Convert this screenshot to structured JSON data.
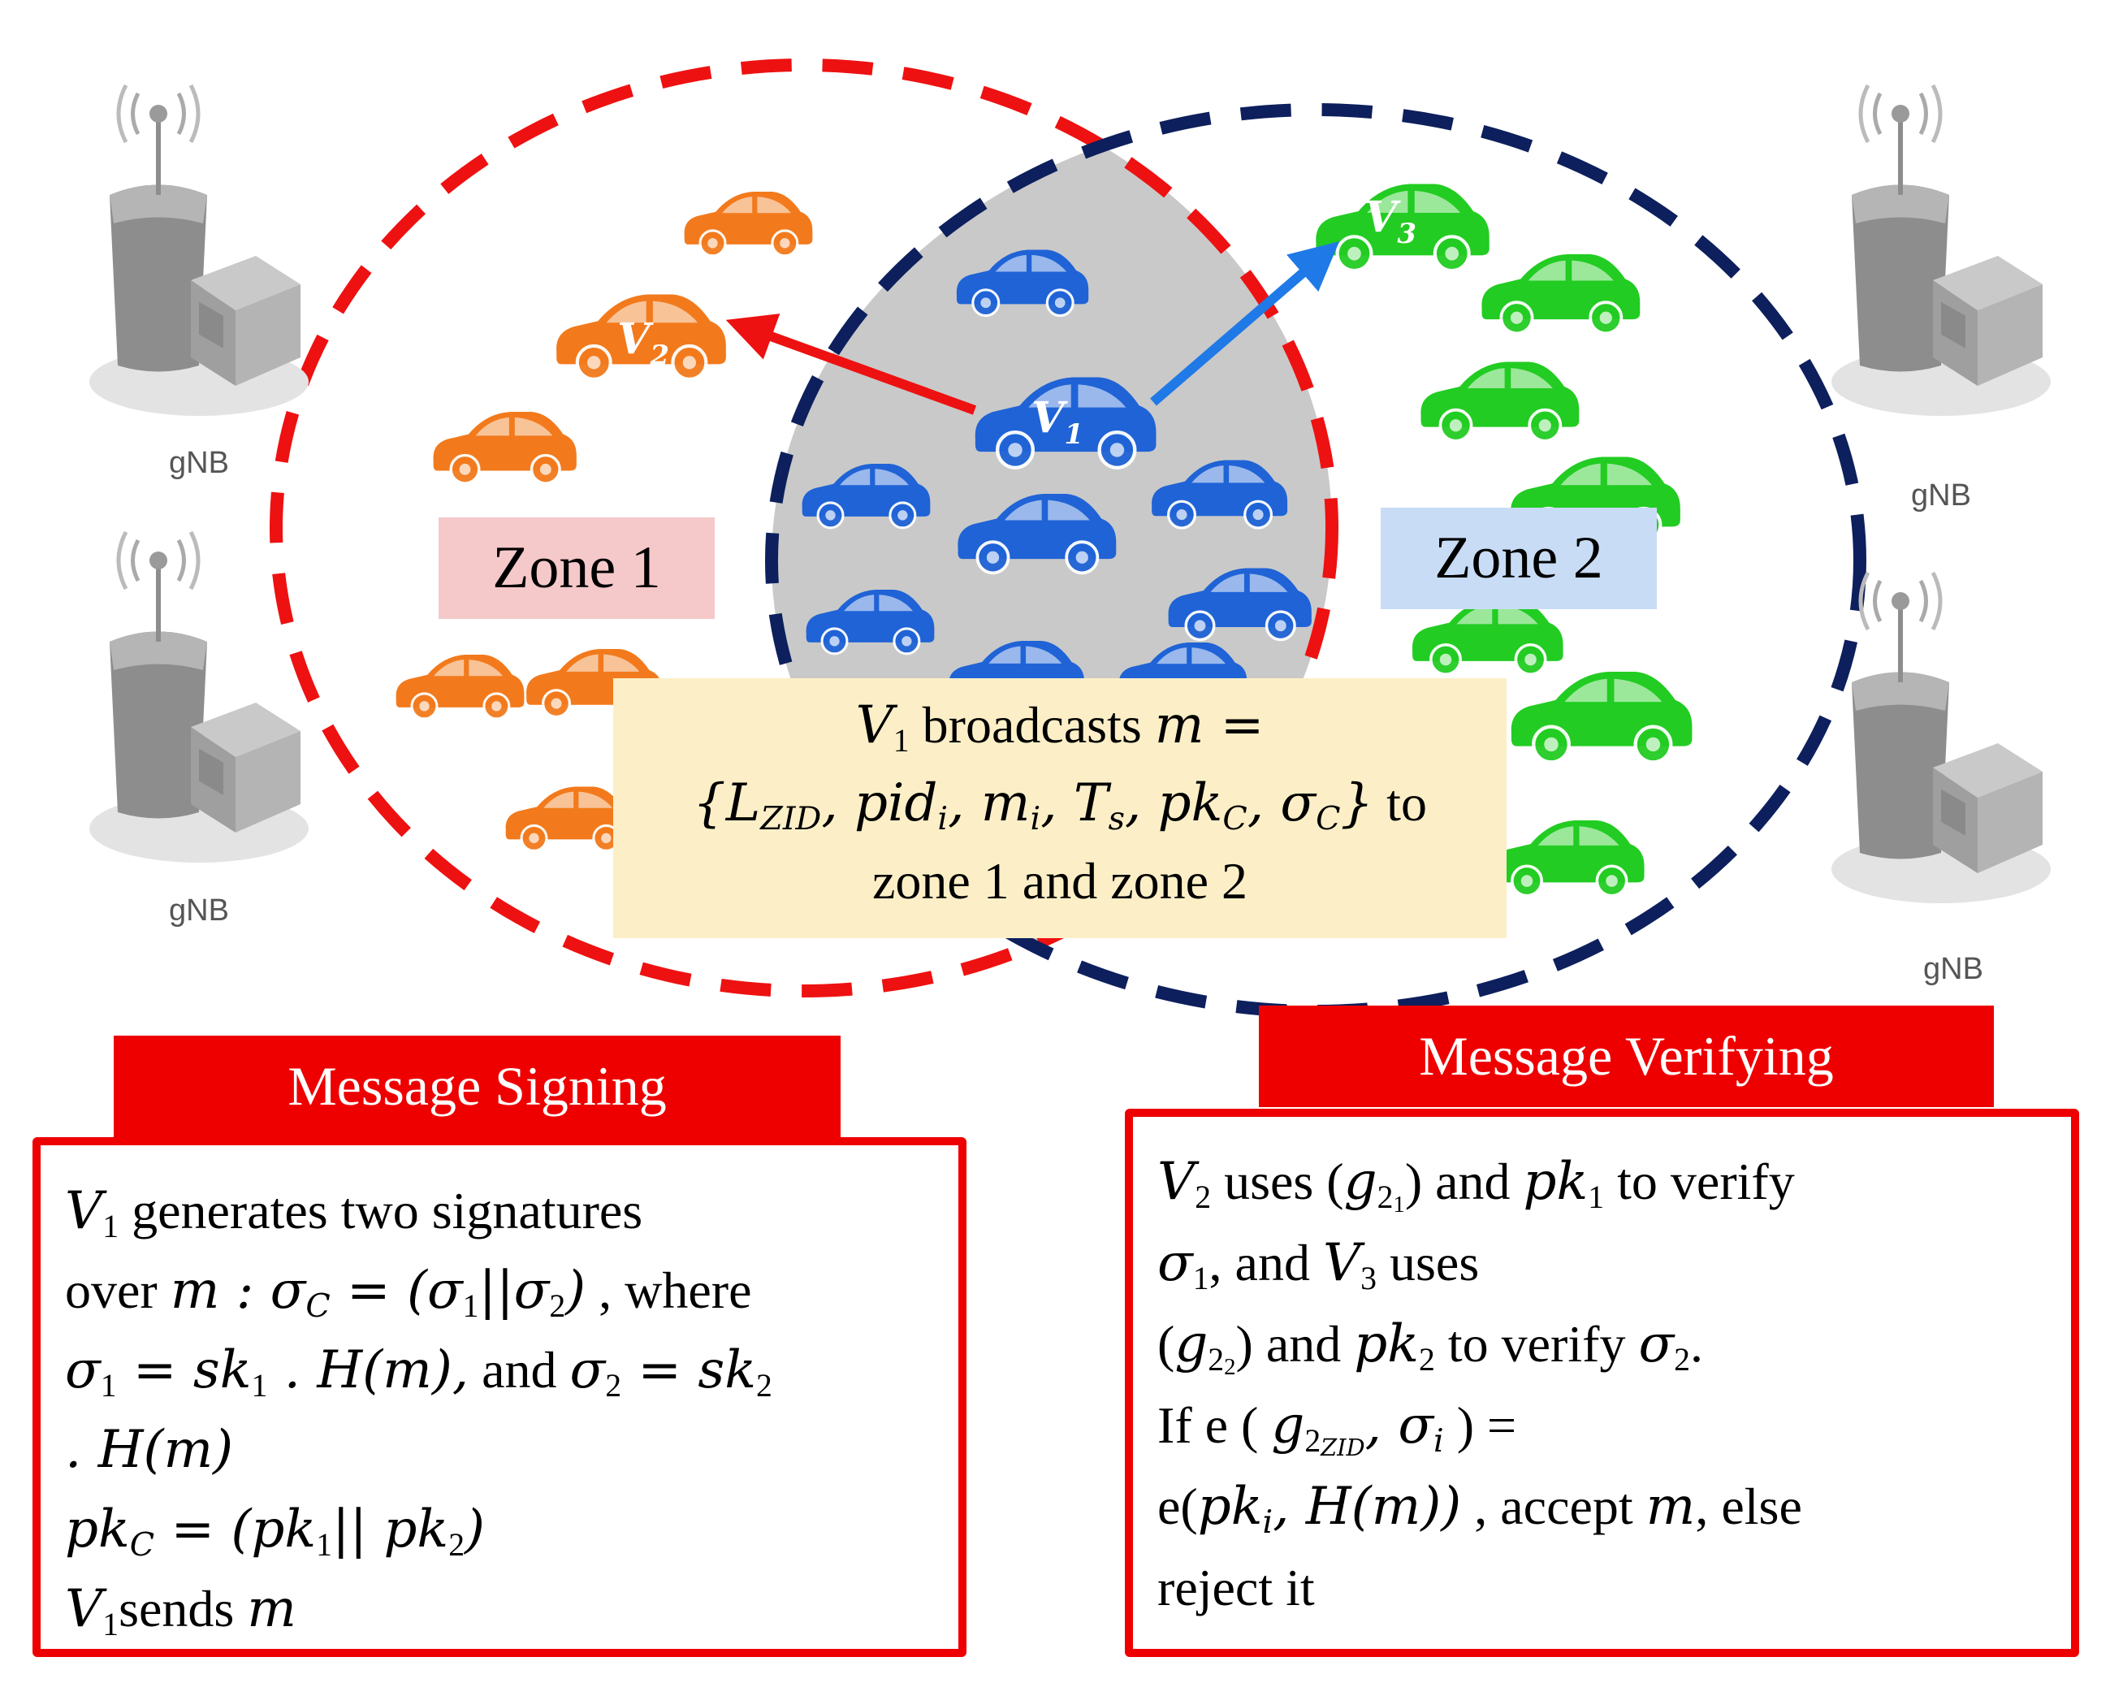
{
  "zones": {
    "zone1_label": "Zone 1",
    "zone2_label": "Zone 2"
  },
  "base_station_label": "gNB",
  "vehicles": {
    "v1": "V",
    "v1_sub": "1",
    "v2": "V",
    "v2_sub": "2",
    "v3": "V",
    "v3_sub": "3"
  },
  "broadcast": {
    "line1_var": "V",
    "line1_sub": "1",
    "line1_text": " broadcasts ",
    "line1_math": "m =",
    "line2": "{L",
    "line2_sub": "ZID",
    "line2_rest": ", pid",
    "line2_i": "i",
    "line2_rest2": ", m",
    "line2_i2": "i",
    "line2_rest3": ", T",
    "line2_s": "s",
    "line2_rest4": ", pk",
    "line2_c": "C",
    "line2_rest5": ", σ",
    "line2_c2": "C",
    "line2_end": "}",
    "line2_to": " to",
    "line3": "zone 1 and zone 2"
  },
  "signing": {
    "title": "Message Signing",
    "l1_var": "V",
    "l1_sub": "1",
    "l1_text": " generates two signatures",
    "l2_text": "over ",
    "l2_math": "m : σ",
    "l2_sub": "C",
    "l2_math2": " = (σ",
    "l2_sub2": "1",
    "l2_math3": "||σ",
    "l2_sub3": "2",
    "l2_math4": ")",
    "l2_text2": " , where",
    "l3_math": "σ",
    "l3_sub": "1",
    "l3_math2": " = sk",
    "l3_sub2": "1",
    "l3_math3": " . H(m),",
    "l3_text": " and ",
    "l3_math4": "σ",
    "l3_sub3": "2",
    "l3_math5": " = sk",
    "l3_sub4": "2",
    "l4_math": ". H(m)",
    "l5_math": "pk",
    "l5_sub": "C",
    "l5_math2": " = (pk",
    "l5_sub2": "1",
    "l5_math3": "|| pk",
    "l5_sub3": "2",
    "l5_math4": ")",
    "l6_var": "V",
    "l6_sub": "1",
    "l6_text": "sends ",
    "l6_math": "m"
  },
  "verifying": {
    "title": "Message Verifying",
    "l1_var": "V",
    "l1_sub": "2",
    "l1_text": " uses  (",
    "l1_math": "g",
    "l1_sub2": "2",
    "l1_sub3": "1",
    "l1_text2": ") and ",
    "l1_math2": "pk",
    "l1_sub4": "1",
    "l1_text3": " to verify",
    "l2_math": "σ",
    "l2_sub": "1",
    "l2_text": ", and ",
    "l2_var": "V",
    "l2_sub2": "3",
    "l2_text2": " uses",
    "l3_text": " (",
    "l3_math": "g",
    "l3_sub": "2",
    "l3_sub2": "2",
    "l3_text2": ") and ",
    "l3_math2": "pk",
    "l3_sub3": "2",
    "l3_text3": " to verify ",
    "l3_math3": "σ",
    "l3_sub4": "2",
    "l3_text4": ".",
    "l4_text": "If e ( ",
    "l4_math": "g",
    "l4_sub": "2",
    "l4_sub2": "ZID",
    "l4_math2": ", σ",
    "l4_sub3": "i",
    "l4_text2": " ) =",
    "l5_text": "e(",
    "l5_math": "pk",
    "l5_sub": "i",
    "l5_math2": ", H(m))",
    "l5_text2": " , accept ",
    "l5_math3": "m",
    "l5_text3": ", else",
    "l6_text": "reject it"
  },
  "colors": {
    "zone1": "#ee1111",
    "zone2": "#0d1f5c",
    "overlap": "#c9c9c9",
    "zone1_cars": "#f27a1c",
    "overlap_cars": "#1f63d6",
    "zone2_cars": "#22cc22",
    "arrow_to_v2": "#ee1111",
    "arrow_to_v3": "#1f7ae8"
  }
}
